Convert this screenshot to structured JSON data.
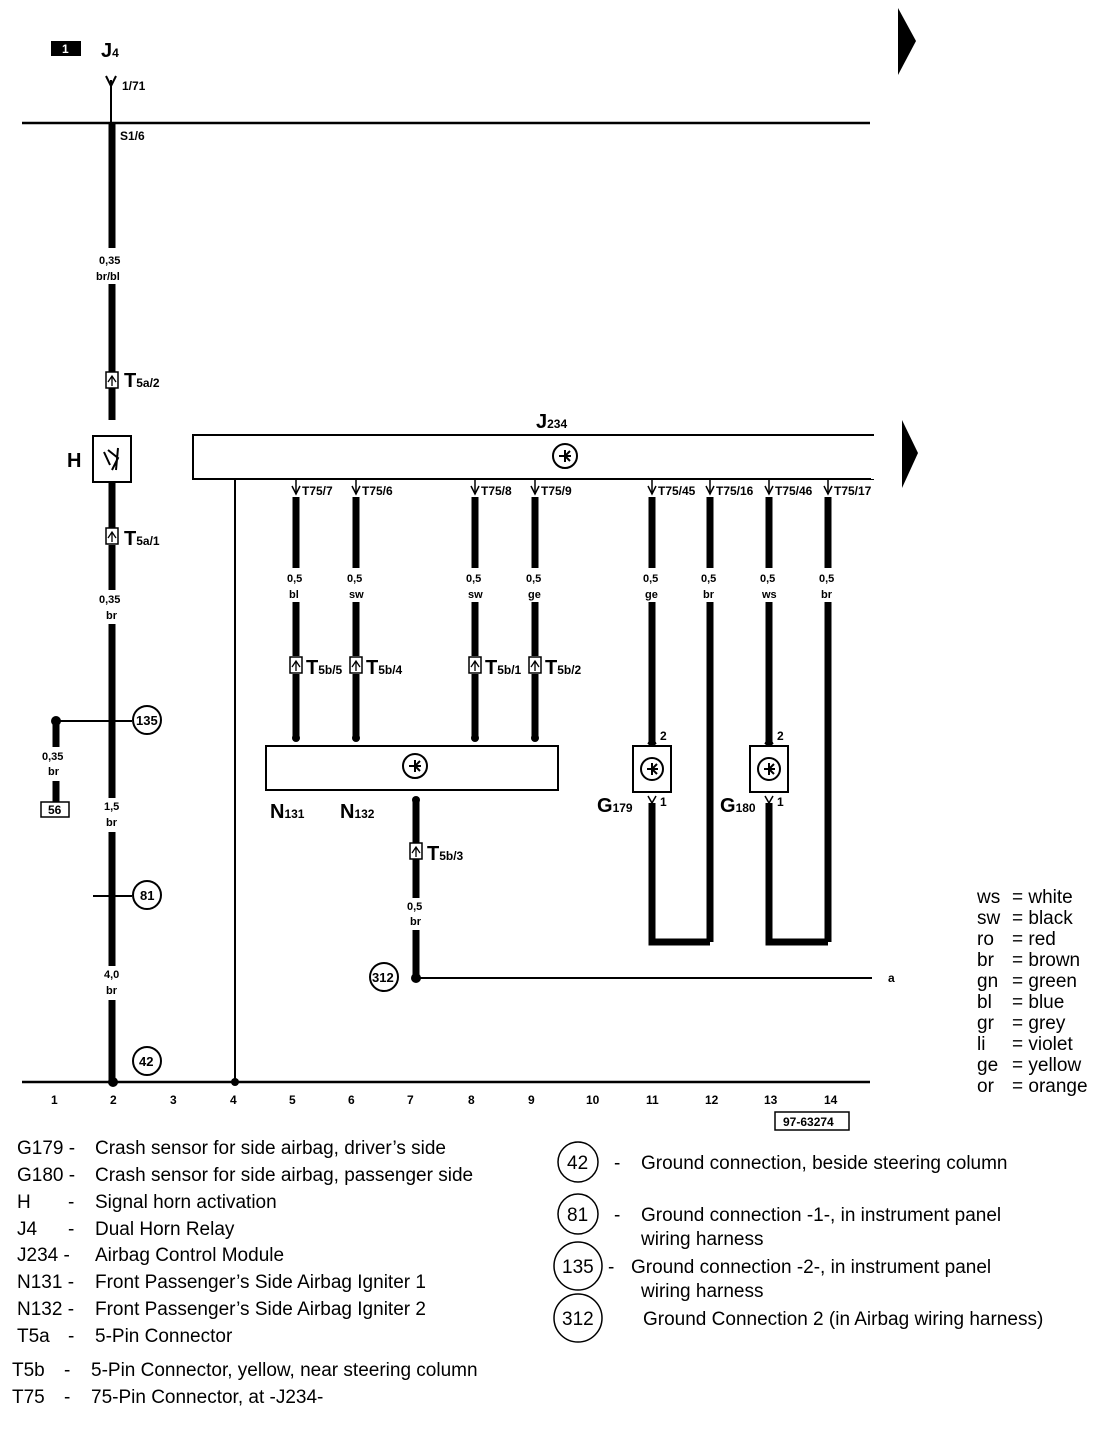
{
  "header": {
    "badge": "1",
    "relay": "J",
    "relay_sub": "4",
    "feed": "1/71",
    "bus_label": "S1/6"
  },
  "left_wires": {
    "top_size": "0,35",
    "top_color": "br/bl",
    "t5a2": "T",
    "t5a2_sub": "5a/2",
    "t5a1": "T",
    "t5a1_sub": "5a/1",
    "mid_size": "0,35",
    "mid_color": "br",
    "branch_size": "0,35",
    "branch_color": "br",
    "box56": "56",
    "low_size": "1,5",
    "low_color": "br",
    "bottom_size": "4,0",
    "bottom_color": "br",
    "horn": "H"
  },
  "grounds": {
    "g135": "135",
    "g81": "81",
    "g42": "42",
    "g312": "312"
  },
  "module": {
    "name": "J",
    "sub": "234"
  },
  "pins": [
    "T75/7",
    "T75/6",
    "T75/8",
    "T75/9",
    "T75/45",
    "T75/16",
    "T75/46",
    "T75/17"
  ],
  "wires": [
    {
      "size": "0,5",
      "color": "bl"
    },
    {
      "size": "0,5",
      "color": "sw"
    },
    {
      "size": "0,5",
      "color": "sw"
    },
    {
      "size": "0,5",
      "color": "ge"
    },
    {
      "size": "0,5",
      "color": "ge"
    },
    {
      "size": "0,5",
      "color": "br"
    },
    {
      "size": "0,5",
      "color": "ws"
    },
    {
      "size": "0,5",
      "color": "br"
    }
  ],
  "t5b_connectors": [
    {
      "name": "T",
      "sub": "5b/5"
    },
    {
      "name": "T",
      "sub": "5b/4"
    },
    {
      "name": "T",
      "sub": "5b/1"
    },
    {
      "name": "T",
      "sub": "5b/2"
    },
    {
      "name": "T",
      "sub": "5b/3"
    }
  ],
  "igniters": {
    "n131": "N",
    "n131_sub": "131",
    "n132": "N",
    "n132_sub": "132"
  },
  "igniter_wire": {
    "size": "0,5",
    "color": "br"
  },
  "sensors": {
    "g179": "G",
    "g179_sub": "179",
    "g180": "G",
    "g180_sub": "180",
    "pin2": "2",
    "pin1": "1"
  },
  "line_a": "a",
  "tracks": [
    "1",
    "2",
    "3",
    "4",
    "5",
    "6",
    "7",
    "8",
    "9",
    "10",
    "11",
    "12",
    "13",
    "14"
  ],
  "doc_id": "97-63274",
  "color_key": [
    {
      "code": "ws",
      "name": "= white"
    },
    {
      "code": "sw",
      "name": "= black"
    },
    {
      "code": "ro",
      "name": "= red"
    },
    {
      "code": "br",
      "name": "= brown"
    },
    {
      "code": "gn",
      "name": "= green"
    },
    {
      "code": "bl",
      "name": "= blue"
    },
    {
      "code": "gr",
      "name": "= grey"
    },
    {
      "code": "li",
      "name": "= violet"
    },
    {
      "code": "ge",
      "name": "= yellow"
    },
    {
      "code": "or",
      "name": "= orange"
    }
  ],
  "legend": [
    {
      "code": "G179 -",
      "desc": "Crash sensor for side airbag, driver’s side"
    },
    {
      "code": "G180 -",
      "desc": "Crash sensor for side airbag, passenger side"
    },
    {
      "code": "H",
      "dash": "-",
      "desc": "Signal horn activation"
    },
    {
      "code": "J4",
      "dash": "-",
      "desc": "Dual Horn Relay"
    },
    {
      "code": "J234 -",
      "desc": "Airbag Control Module"
    },
    {
      "code": "N131 -",
      "desc": "Front Passenger’s Side Airbag Igniter 1"
    },
    {
      "code": "N132 -",
      "desc": "Front Passenger’s Side Airbag Igniter 2"
    },
    {
      "code": "T5a",
      "dash": "-",
      "desc": "5-Pin Connector"
    },
    {
      "code": "T5b",
      "dash": "-",
      "desc": "5-Pin Connector, yellow, near steering column"
    },
    {
      "code": "T75",
      "dash": "-",
      "desc": "75-Pin Connector, at -J234-"
    }
  ],
  "ground_legend": [
    {
      "num": "42",
      "dash": "-",
      "l1": "Ground connection, beside steering column",
      "l2": ""
    },
    {
      "num": "81",
      "dash": "-",
      "l1": "Ground connection -1-, in instrument panel",
      "l2": "wiring harness"
    },
    {
      "num": "135",
      "dash": "-",
      "l1": "Ground connection -2-, in instrument panel",
      "l2": "wiring harness"
    },
    {
      "num": "312",
      "dash": "",
      "l1": "Ground Connection 2 (in Airbag wiring harness)",
      "l2": ""
    }
  ]
}
